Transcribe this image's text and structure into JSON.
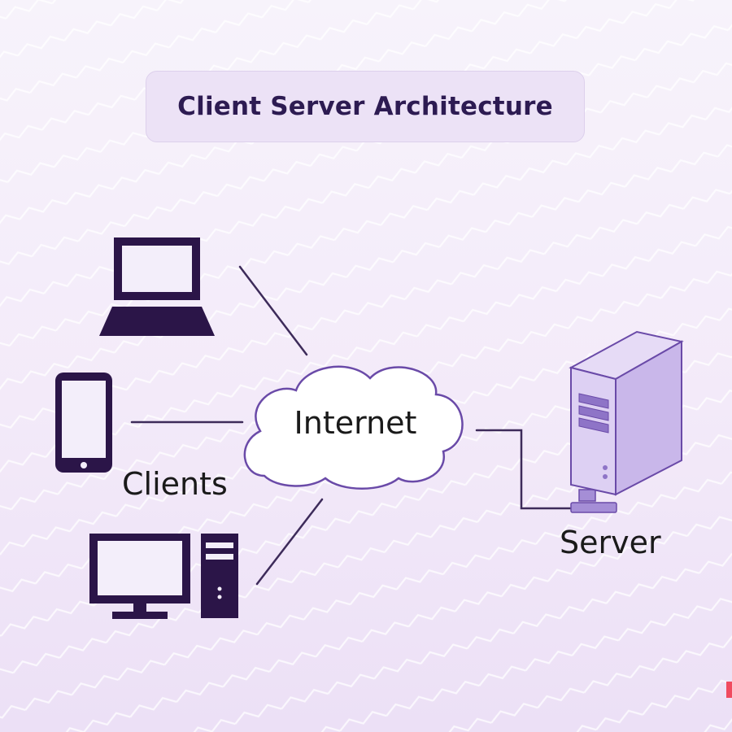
{
  "title": "Client Server Architecture",
  "nodes": {
    "internet": "Internet",
    "clients": "Clients",
    "server": "Server"
  },
  "icons": {
    "laptop": "laptop-icon",
    "phone": "smartphone-icon",
    "desktop": "desktop-computer-icon",
    "cloud": "cloud-icon",
    "server": "server-tower-icon"
  },
  "colors": {
    "title_text": "#2d1b52",
    "title_box": "#ece2f6",
    "device_dark": "#2b1548",
    "device_screen": "#f3eefa",
    "server_body": "#c9b7ea",
    "server_outline": "#6a4aa8",
    "link_line": "#3d2b5a"
  }
}
